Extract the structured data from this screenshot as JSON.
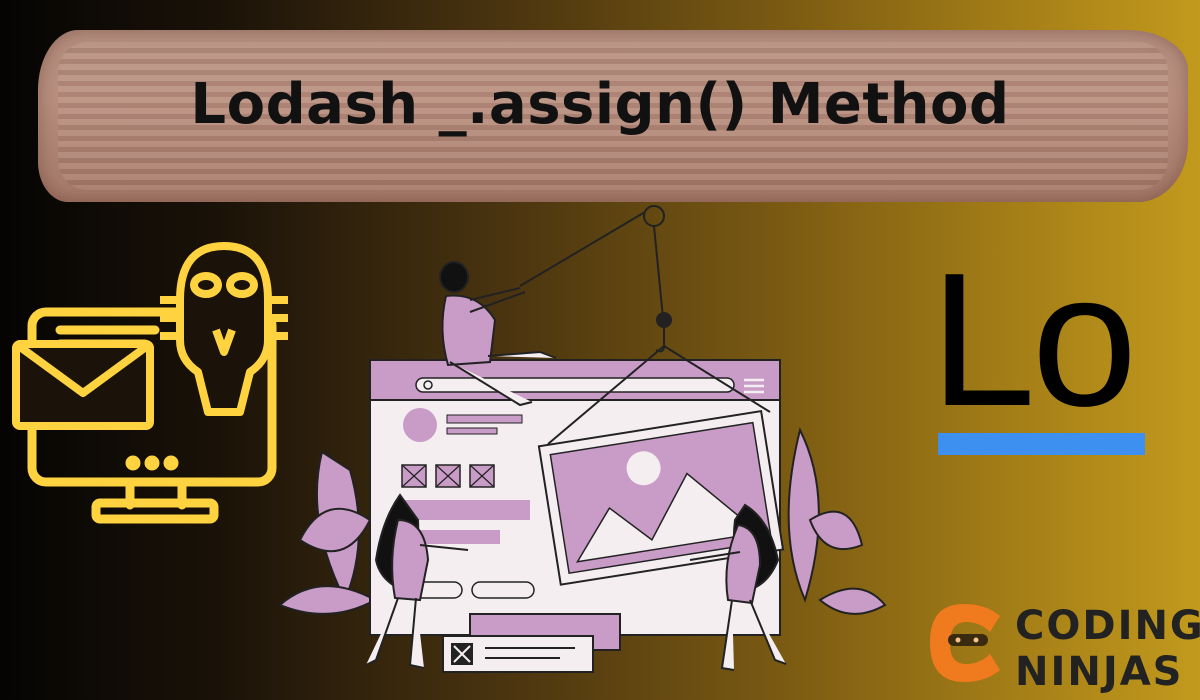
{
  "title": "Lodash _.assign() Method",
  "logo_text": "Lo",
  "brand_line1": "CODING",
  "brand_line2": "NINJAS",
  "colors": {
    "accent_bar": "#3d8ff0",
    "illustration_purple": "#c99bc7",
    "outline_yellow": "#ffd23f",
    "brand_orange": "#f07a1e"
  },
  "icons": [
    "monitor-icon",
    "envelope-icon",
    "owl-icon"
  ]
}
